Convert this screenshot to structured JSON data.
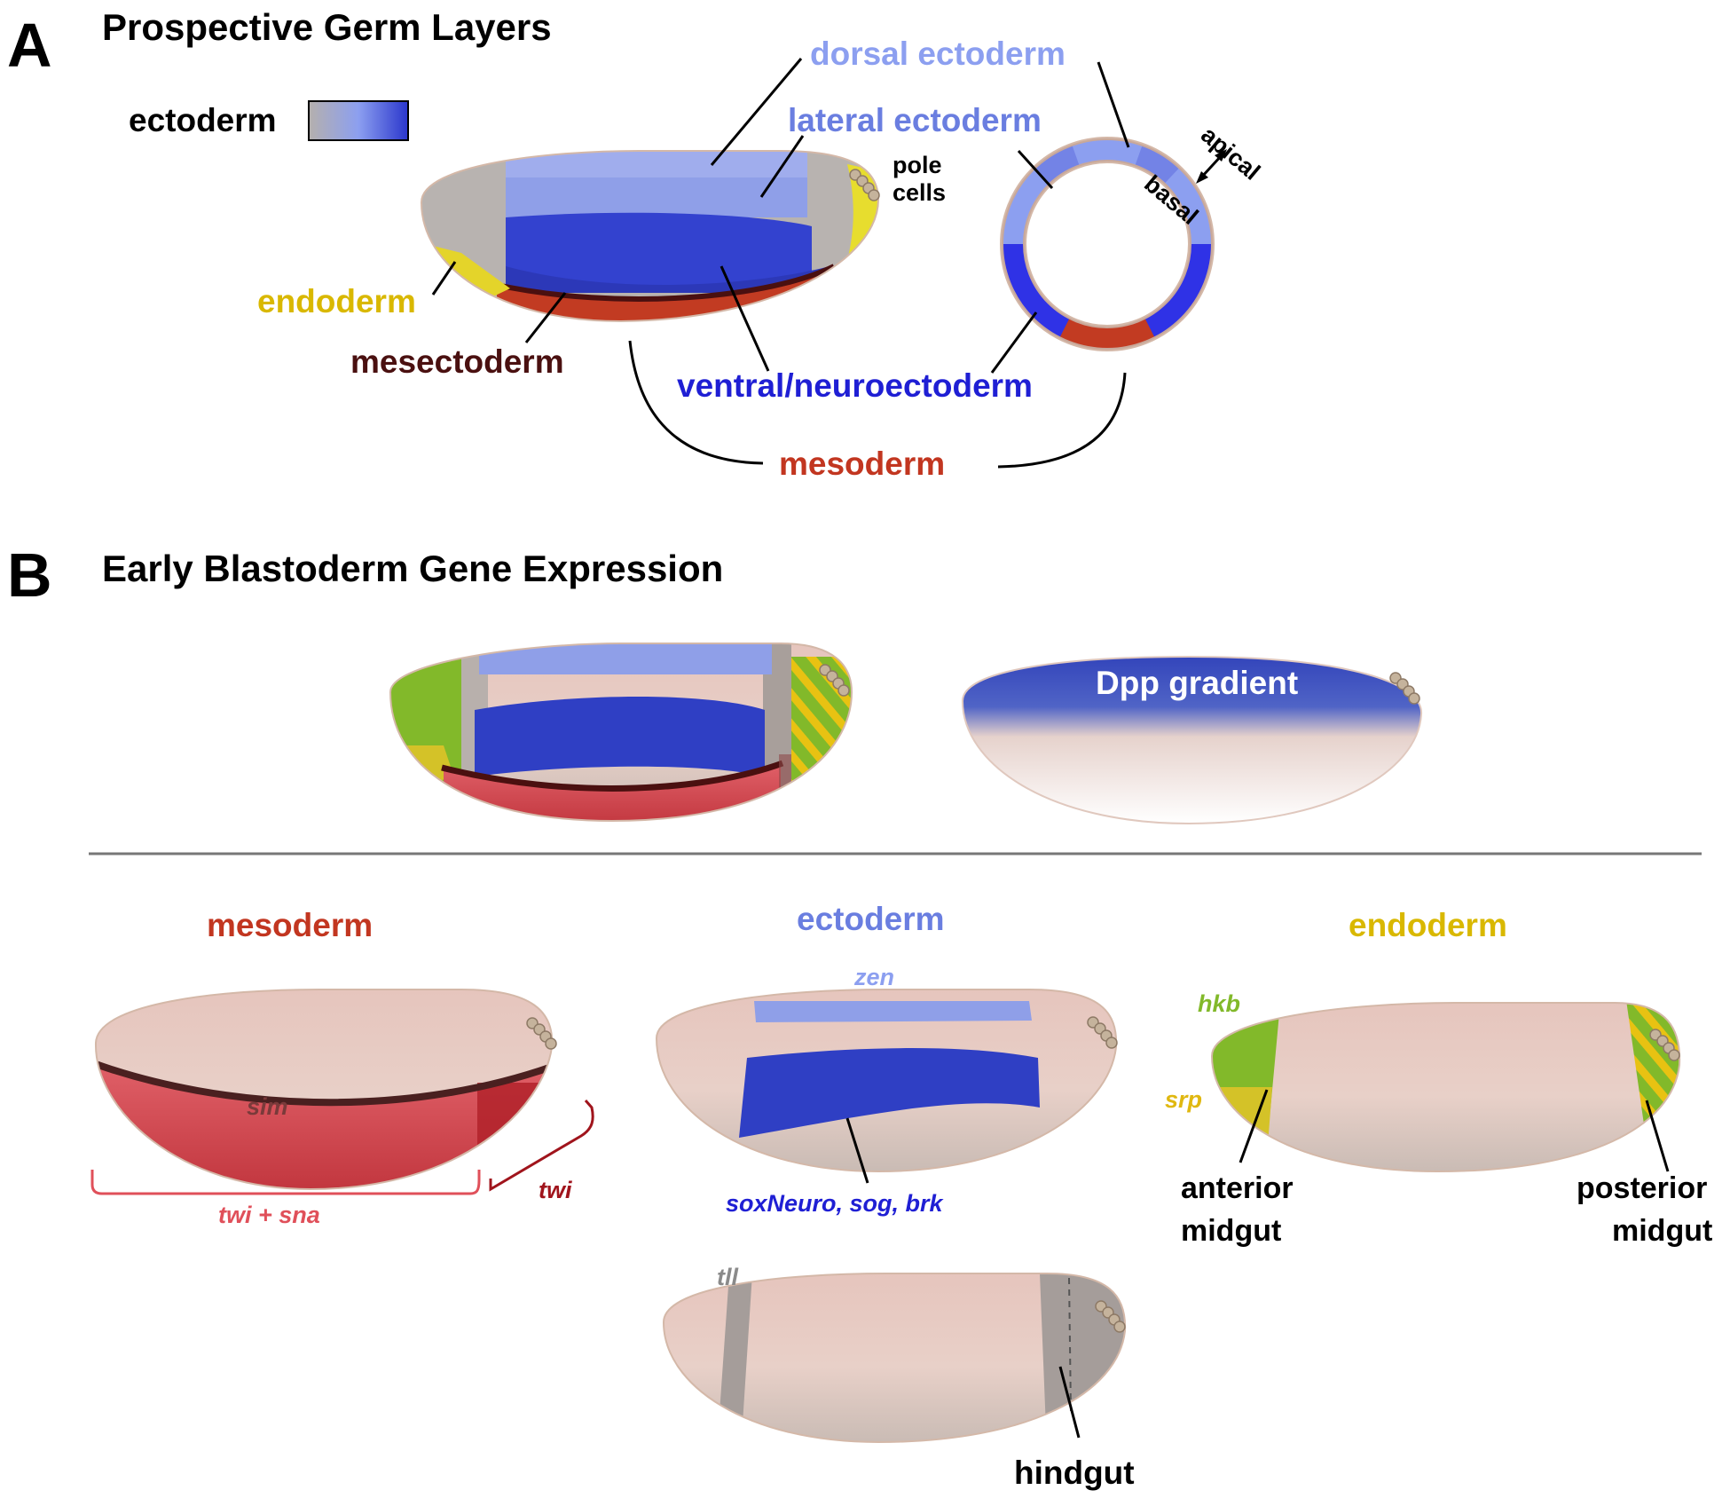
{
  "panel_a": {
    "letter": "A",
    "title": "Prospective Germ Layers",
    "legend_label": "ectoderm",
    "labels": {
      "dorsal_ectoderm": "dorsal ectoderm",
      "lateral_ectoderm": "lateral ectoderm",
      "pole_cells_1": "pole",
      "pole_cells_2": "cells",
      "apical": "apical",
      "basal": "basal",
      "endoderm": "endoderm",
      "mesectoderm": "mesectoderm",
      "ventral_neuroectoderm": "ventral/neuroectoderm",
      "mesoderm": "mesoderm"
    }
  },
  "panel_b": {
    "letter": "B",
    "title": "Early Blastoderm Gene Expression",
    "dpp_label": "Dpp gradient",
    "headings": {
      "mesoderm": "mesoderm",
      "ectoderm": "ectoderm",
      "endoderm": "endoderm"
    },
    "genes": {
      "sim": "sim",
      "twi_sna": "twi + sna",
      "twi": "twi",
      "zen": "zen",
      "soxneuro": "soxNeuro, sog, brk",
      "tll": "tll",
      "hkb": "hkb",
      "srp": "srp"
    },
    "regions": {
      "hindgut": "hindgut",
      "anterior_1": "anterior",
      "anterior_2": "midgut",
      "posterior_1": "posterior",
      "posterior_2": "midgut"
    }
  },
  "colors": {
    "dorsal_ectoderm": "#8c9ff0",
    "lateral_ectoderm": "#6a7ee0",
    "neuroectoderm": "#2a36cc",
    "mesoderm": "#c23620",
    "mesectoderm": "#4a1010",
    "endoderm": "#d9b800",
    "hkb_green": "#82b92a",
    "embryo_pink": "#e8c8c0",
    "twi_sna": "#e0505a",
    "twi": "#a0141c",
    "tll_gray": "#a59d9a"
  }
}
